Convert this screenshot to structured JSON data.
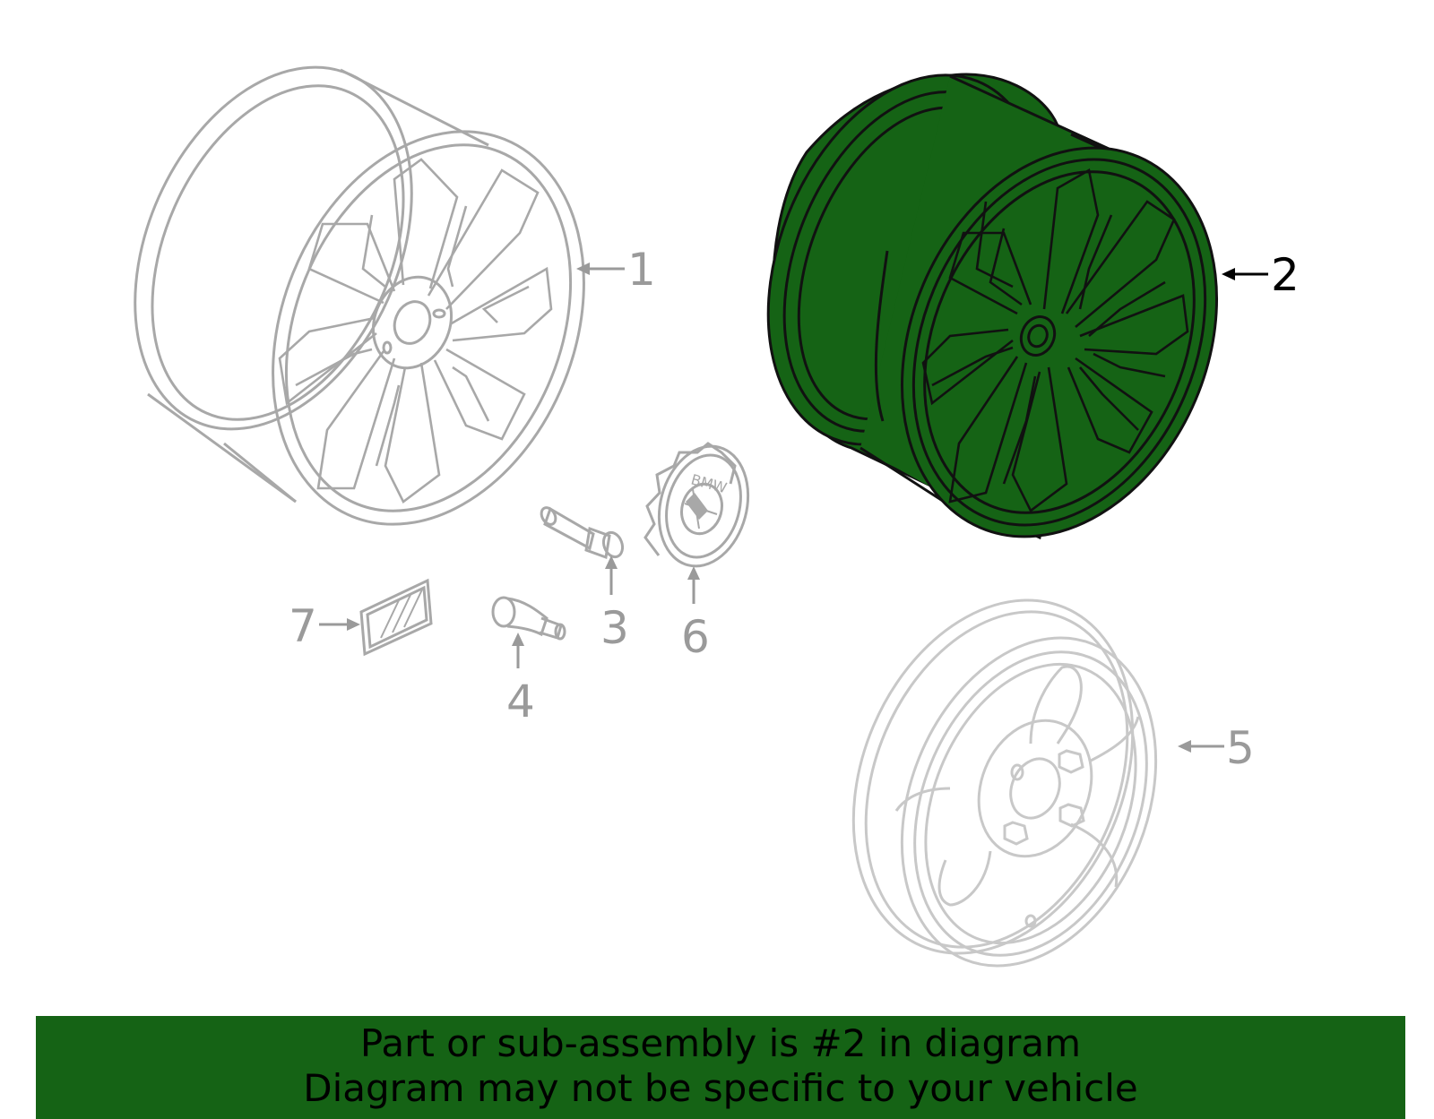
{
  "colors": {
    "highlight_fill": "#156315",
    "line_gray": "#a8a8a8",
    "label_gray": "#9a9a9a",
    "highlight_label": "#000000",
    "banner_bg": "#156315"
  },
  "callouts": [
    {
      "id": "1",
      "label": "1",
      "part": "wheel-alloy"
    },
    {
      "id": "2",
      "label": "2",
      "part": "wheel-alloy-highlighted",
      "highlighted": true
    },
    {
      "id": "3",
      "label": "3",
      "part": "wheel-bolt"
    },
    {
      "id": "4",
      "label": "4",
      "part": "valve-stem"
    },
    {
      "id": "5",
      "label": "5",
      "part": "spare-wheel"
    },
    {
      "id": "6",
      "label": "6",
      "part": "center-cap"
    },
    {
      "id": "7",
      "label": "7",
      "part": "badge-plate"
    }
  ],
  "cap_logo_text": "BMW",
  "banner": {
    "line1": "Part or sub-assembly is #2 in diagram",
    "line2": "Diagram may not be specific to your vehicle"
  }
}
